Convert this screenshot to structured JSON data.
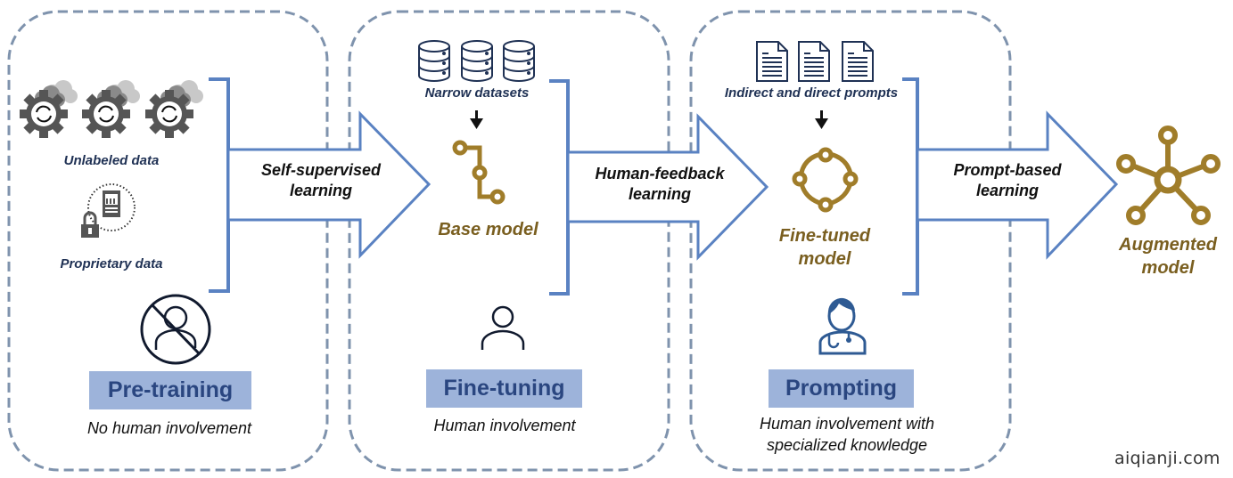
{
  "colors": {
    "panel_border": "#7f93ad",
    "arrow_stroke": "#5a82c2",
    "model_gold": "#a07d2a",
    "label_box": "#9db3da",
    "label_text": "#2a4680",
    "icon_dark": "#1f3154",
    "gear_gray": "#555555"
  },
  "panels": [
    {
      "id": "pretraining",
      "stage_label": "Pre-training",
      "description": "No human involvement",
      "sources": [
        {
          "icon": "gear-cloud-icon",
          "label": "Unlabeled data"
        },
        {
          "icon": "locked-report-icon",
          "label": "Proprietary data"
        }
      ],
      "human_icon": "no-person-icon"
    },
    {
      "id": "finetuning",
      "stage_label": "Fine-tuning",
      "description": "Human involvement",
      "sources": [
        {
          "icon": "database-icon",
          "label": "Narrow datasets"
        }
      ],
      "model_label": "Base model",
      "model_icon": "chain-nodes-icon",
      "human_icon": "person-icon"
    },
    {
      "id": "prompting",
      "stage_label": "Prompting",
      "description_lines": [
        "Human involvement with",
        "specialized knowledge"
      ],
      "sources": [
        {
          "icon": "document-icon",
          "label": "Indirect and direct prompts"
        }
      ],
      "model_label_lines": [
        "Fine-tuned",
        "model"
      ],
      "model_icon": "ring-nodes-icon",
      "human_icon": "doctor-icon"
    }
  ],
  "arrows": [
    {
      "lines": [
        "Self-supervised",
        "learning"
      ]
    },
    {
      "lines": [
        "Human-feedback",
        "learning"
      ]
    },
    {
      "lines": [
        "Prompt-based",
        "learning"
      ]
    }
  ],
  "output": {
    "model_label_lines": [
      "Augmented",
      "model"
    ],
    "model_icon": "star-network-icon"
  },
  "watermark": "aiqianji.com"
}
